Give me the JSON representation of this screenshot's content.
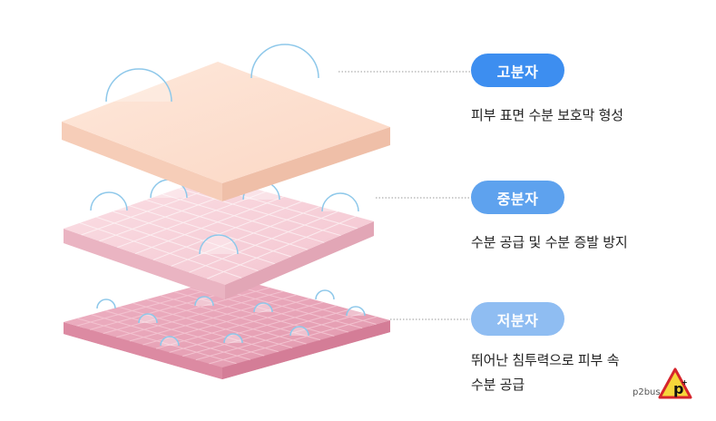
{
  "layers": [
    {
      "name": "고분자",
      "description_lines": [
        "피부 표면 수분 보호막 형성"
      ],
      "color": "#3d8ef0"
    },
    {
      "name": "중분자",
      "description_lines": [
        "수분 공급 및 수분 증발 방지"
      ],
      "color": "#5ea2ee"
    },
    {
      "name": "저분자",
      "description_lines": [
        "뛰어난 침투력으로 피부 속",
        "수분 공급"
      ],
      "color": "#8fbdf2"
    }
  ],
  "watermark": "p2bus",
  "colors": {
    "top_plate": "#fde0cf",
    "middle_plate": "#f7cdd6",
    "bottom_plate": "#e8a4b8",
    "bubble_stroke": "#8ec8ea",
    "connector": "#999999"
  }
}
